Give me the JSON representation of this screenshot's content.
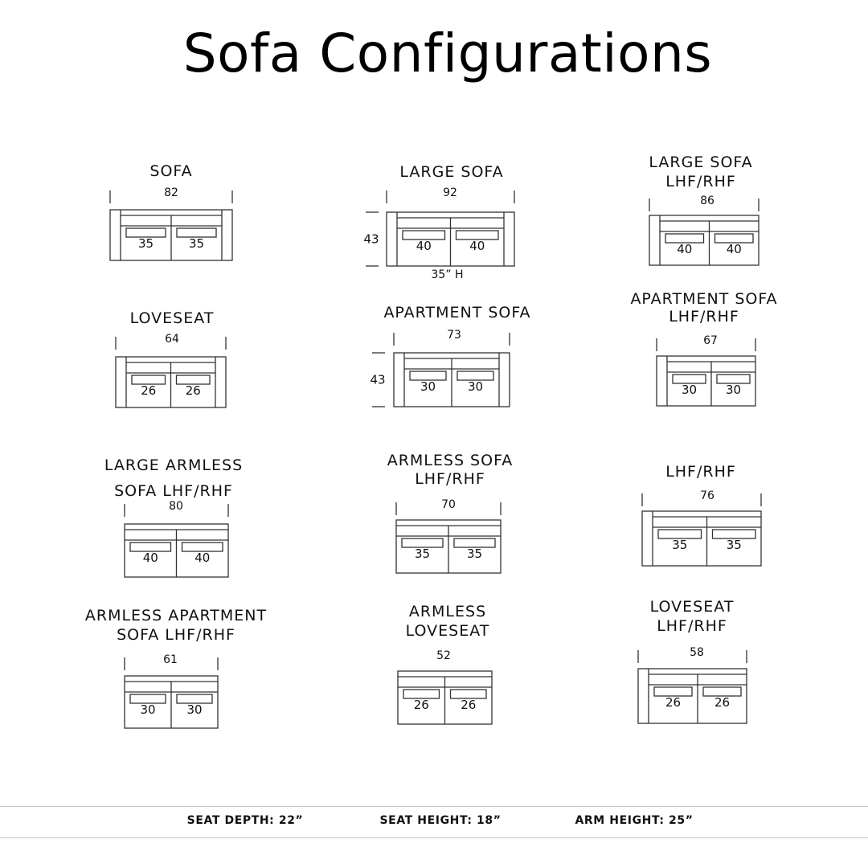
{
  "title": "Sofa Configurations",
  "configurations": [
    {
      "name_lines": [
        "SOFA"
      ],
      "width": "82",
      "seats": [
        "35",
        "35"
      ],
      "arms": "both"
    },
    {
      "name_lines": [
        "LARGE SOFA"
      ],
      "width": "92",
      "seats": [
        "40",
        "40"
      ],
      "arms": "both",
      "depth": "43",
      "height_note": "35” H"
    },
    {
      "name_lines": [
        "LARGE SOFA",
        "LHF/RHF"
      ],
      "width": "86",
      "seats": [
        "40",
        "40"
      ],
      "arms": "left"
    },
    {
      "name_lines": [
        "LOVESEAT"
      ],
      "width": "64",
      "seats": [
        "26",
        "26"
      ],
      "arms": "both"
    },
    {
      "name_lines": [
        "APARTMENT SOFA"
      ],
      "width": "73",
      "seats": [
        "30",
        "30"
      ],
      "arms": "both",
      "depth": "43"
    },
    {
      "name_lines": [
        "APARTMENT SOFA",
        "LHF/RHF"
      ],
      "width": "67",
      "seats": [
        "30",
        "30"
      ],
      "arms": "left"
    },
    {
      "name_lines": [
        "LARGE ARMLESS",
        "SOFA LHF/RHF"
      ],
      "width": "80",
      "seats": [
        "40",
        "40"
      ],
      "arms": "none"
    },
    {
      "name_lines": [
        "ARMLESS SOFA",
        "LHF/RHF"
      ],
      "width": "70",
      "seats": [
        "35",
        "35"
      ],
      "arms": "none"
    },
    {
      "name_lines": [
        "LHF/RHF"
      ],
      "width": "76",
      "seats": [
        "35",
        "35"
      ],
      "arms": "left"
    },
    {
      "name_lines": [
        "ARMLESS APARTMENT",
        "SOFA LHF/RHF"
      ],
      "width": "61",
      "seats": [
        "30",
        "30"
      ],
      "arms": "none"
    },
    {
      "name_lines": [
        "ARMLESS",
        "LOVESEAT"
      ],
      "width": "52",
      "seats": [
        "26",
        "26"
      ],
      "arms": "none"
    },
    {
      "name_lines": [
        "LOVESEAT",
        "LHF/RHF"
      ],
      "width": "58",
      "seats": [
        "26",
        "26"
      ],
      "arms": "left"
    }
  ],
  "footer": {
    "seat_depth": "SEAT DEPTH: 22”",
    "seat_height": "SEAT HEIGHT: 18”",
    "arm_height": "ARM HEIGHT: 25”"
  }
}
